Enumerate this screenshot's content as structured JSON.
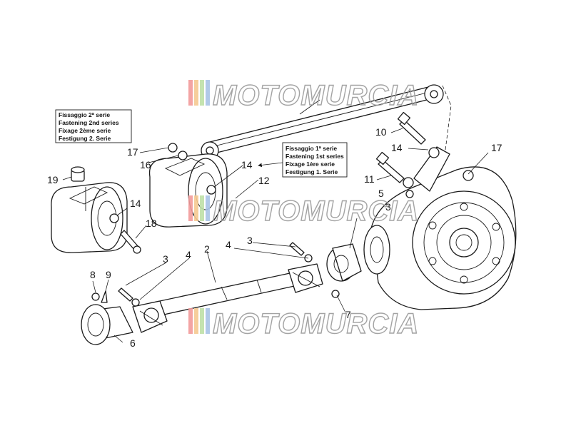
{
  "watermark": {
    "text": "MOTOMURCIA",
    "stripe_colors": [
      "#f29b9b",
      "#f6c992",
      "#bfe0a8",
      "#a9c4e6"
    ]
  },
  "notes": {
    "second_series": [
      "Fissaggio 2ª serie",
      "Fastening 2nd series",
      "Fixage 2ème serie",
      "Festigung 2. Serie"
    ],
    "first_series": [
      "Fissaggio 1ª serie",
      "Fastening 1st series",
      "Fixage 1ère serie",
      "Festigung 1. Serie"
    ]
  },
  "labels": {
    "l2": "2",
    "l3a": "3",
    "l3b": "3",
    "l3c": "3",
    "l4a": "4",
    "l4b": "4",
    "l5": "5",
    "l6": "6",
    "l7": "7",
    "l8": "8",
    "l9": "9",
    "l10": "10",
    "l11": "11",
    "l12": "12",
    "l14a": "14",
    "l14b": "14",
    "l14c": "14",
    "l16": "16",
    "l17a": "17",
    "l17b": "17",
    "l18": "18",
    "l19": "19"
  }
}
